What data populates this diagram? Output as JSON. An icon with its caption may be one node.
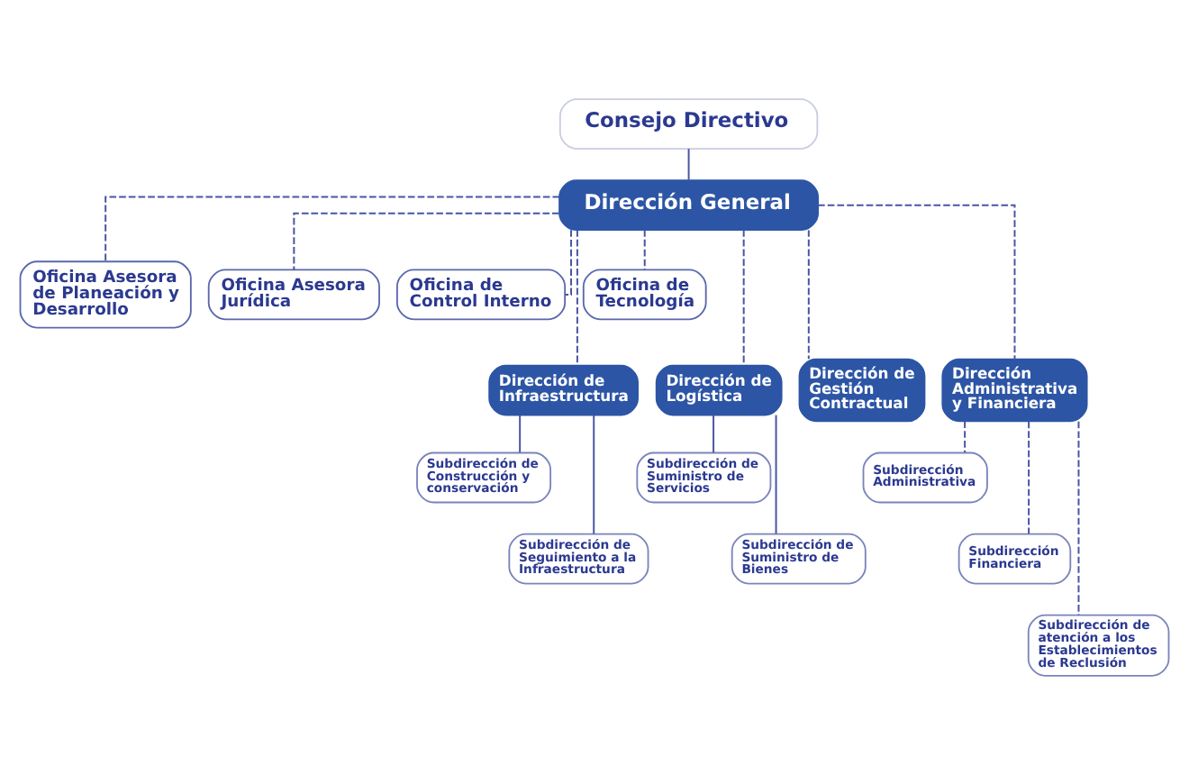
{
  "diagram": {
    "nodes": [
      {
        "text": [
          "Consejo Directivo"
        ]
      },
      {
        "text": [
          "Dirección General"
        ]
      },
      {
        "text": [
          "Oficina Asesora de Planeación y Desarrollo"
        ]
      },
      {
        "text": [
          "Oficina Asesora Jurídica"
        ]
      },
      {
        "text": [
          "Oficina de Control Interno"
        ]
      },
      {
        "text": [
          "Oficina de Tecnología"
        ]
      },
      {
        "text": [
          "Dirección de Infraestructura"
        ]
      },
      {
        "text": [
          "Dirección de Logística"
        ]
      },
      {
        "text": [
          "Dirección de Gestión Contractual"
        ]
      },
      {
        "text": [
          "Dirección Administrativa y Financiera"
        ]
      },
      {
        "text": [
          "Subdirección de Construcción y conservación"
        ]
      },
      {
        "text": [
          "Subdirección de Seguimiento a la Infraestructura"
        ]
      },
      {
        "text": [
          "Subdirección de Suministro de Servicios"
        ]
      },
      {
        "text": [
          "Subdirección de Suministro de Bienes"
        ]
      },
      {
        "text": [
          "Subdirección Administrativa"
        ]
      },
      {
        "text": [
          "Subdirección Financiera"
        ]
      },
      {
        "text": [
          "Subdirección de atención a los Establecimientos de Reclusión"
        ]
      }
    ],
    "edges": [
      {
        "from": 0,
        "to": 1,
        "arrow": "none"
      },
      {
        "from": 1,
        "to": 2,
        "arrow": "none",
        "style": "dashed"
      },
      {
        "from": 1,
        "to": 3,
        "arrow": "none",
        "style": "dashed"
      },
      {
        "from": 1,
        "to": 4,
        "arrow": "none",
        "style": "dashed"
      },
      {
        "from": 1,
        "to": 5,
        "arrow": "none",
        "style": "dashed"
      },
      {
        "from": 1,
        "to": 6,
        "arrow": "none",
        "style": "dashed"
      },
      {
        "from": 1,
        "to": 7,
        "arrow": "none",
        "style": "dashed"
      },
      {
        "from": 1,
        "to": 8,
        "arrow": "none",
        "style": "dashed"
      },
      {
        "from": 1,
        "to": 9,
        "arrow": "none",
        "style": "dashed"
      },
      {
        "from": 6,
        "to": 10,
        "arrow": "none"
      },
      {
        "from": 6,
        "to": 11,
        "arrow": "none"
      },
      {
        "from": 7,
        "to": 12,
        "arrow": "none"
      },
      {
        "from": 7,
        "to": 13,
        "arrow": "none"
      },
      {
        "from": 9,
        "to": 14,
        "arrow": "none",
        "style": "dashed"
      },
      {
        "from": 9,
        "to": 15,
        "arrow": "none",
        "style": "dashed"
      },
      {
        "from": 9,
        "to": 16,
        "arrow": "none",
        "style": "dashed"
      }
    ]
  }
}
